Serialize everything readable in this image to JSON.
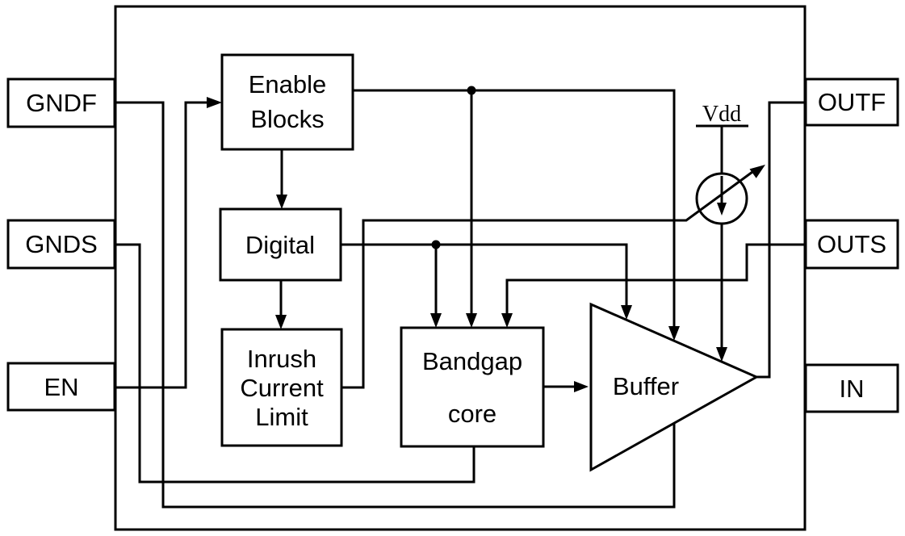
{
  "diagram_type": "block-diagram",
  "description": "Bandgap voltage reference IC block diagram",
  "colors": {
    "ink": "#000000",
    "paper": "#ffffff"
  },
  "pins": {
    "gndf": "GNDF",
    "gnds": "GNDS",
    "en": "EN",
    "outf": "OUTF",
    "outs": "OUTS",
    "in": "IN"
  },
  "blocks": {
    "enable": {
      "line1": "Enable",
      "line2": "Blocks"
    },
    "digital": {
      "label": "Digital"
    },
    "inrush": {
      "line1": "Inrush",
      "line2": "Current",
      "line3": "Limit"
    },
    "bandgap": {
      "line1": "Bandgap",
      "line2": "core"
    },
    "buffer": {
      "label": "Buffer"
    }
  },
  "supply": {
    "label": "Vdd"
  }
}
